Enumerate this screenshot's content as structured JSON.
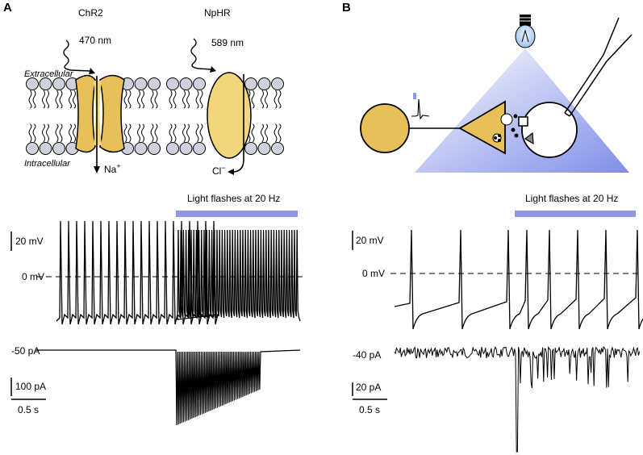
{
  "panels": {
    "a": {
      "letter": "A",
      "chr2": {
        "name": "ChR2",
        "wavelength": "470 nm",
        "ion": "Na",
        "ion_charge": "+"
      },
      "nphr": {
        "name": "NpHR",
        "wavelength": "589 nm",
        "ion": "Cl",
        "ion_charge": "−"
      },
      "extracellular": "Extracellular",
      "intracellular": "Intracellular",
      "light_label": "Light flashes at 20 Hz",
      "voltage_scale": "20 mV",
      "zero_mv": "0 mV",
      "current_baseline": "-50 pA",
      "current_scale": "100 pA",
      "time_scale": "0.5 s"
    },
    "b": {
      "letter": "B",
      "light_label": "Light flashes at 20 Hz",
      "voltage_scale": "20 mV",
      "zero_mv": "0 mV",
      "current_baseline": "-40 pA",
      "current_scale": "20 pA",
      "time_scale": "0.5 s"
    }
  },
  "colors": {
    "light_bar": "#8f97e6",
    "channel_fill": "#e8c05a",
    "channel_light": "#f3d67c",
    "lipid_head": "#cfd2da",
    "neuron_fill": "#e8c05a",
    "light_cone": "#7f8ee8"
  },
  "icons": [
    "light-bulb-icon",
    "recording-pipette-icon",
    "wavy-photon-arrow-icon"
  ]
}
